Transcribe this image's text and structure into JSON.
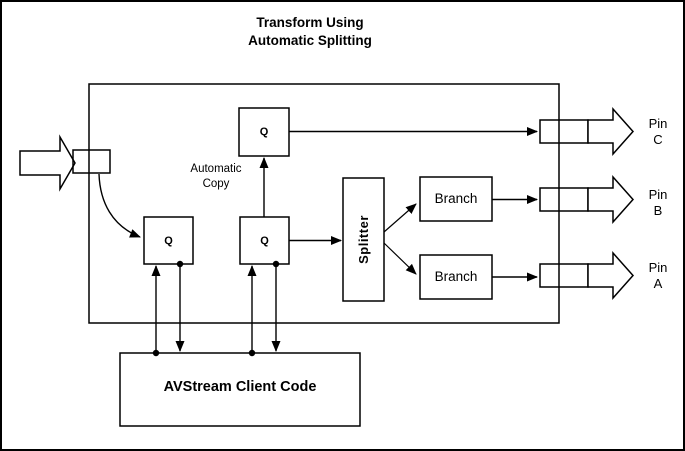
{
  "diagram": {
    "title": "Transform Using\nAutomatic Splitting",
    "annotation_automatic_copy": "Automatic\nCopy",
    "nodes": {
      "copy_queue": {
        "label": "Q"
      },
      "input_queue_left": {
        "label": "Q"
      },
      "input_queue_right": {
        "label": "Q"
      },
      "splitter": {
        "label": "Splitter"
      },
      "branch_upper": {
        "label": "Branch"
      },
      "branch_lower": {
        "label": "Branch"
      },
      "client_code": {
        "label": "AVStream Client Code"
      }
    },
    "pins": {
      "pin_c": {
        "label": "Pin\nC"
      },
      "pin_b": {
        "label": "Pin\nB"
      },
      "pin_a": {
        "label": "Pin\nA"
      }
    },
    "colors": {
      "line": "#000000",
      "text": "#000000",
      "background": "#ffffff"
    }
  }
}
